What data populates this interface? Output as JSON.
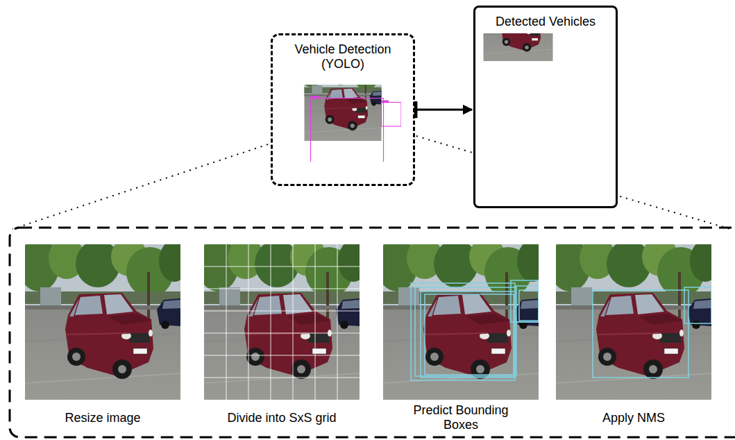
{
  "diagram": {
    "nodes": [
      {
        "text": [
          "Vehicle Detection (YOLO)"
        ]
      },
      {
        "text": [
          "Detected Vehicles"
        ]
      },
      {
        "text": [
          "Resize image"
        ]
      },
      {
        "text": [
          "Divide into SxS grid"
        ]
      },
      {
        "text": [
          "Predict Bounding Boxes"
        ]
      },
      {
        "text": [
          "Apply NMS"
        ]
      }
    ],
    "edges": [
      {
        "from": 0,
        "to": 1,
        "arrow": "to"
      }
    ]
  }
}
